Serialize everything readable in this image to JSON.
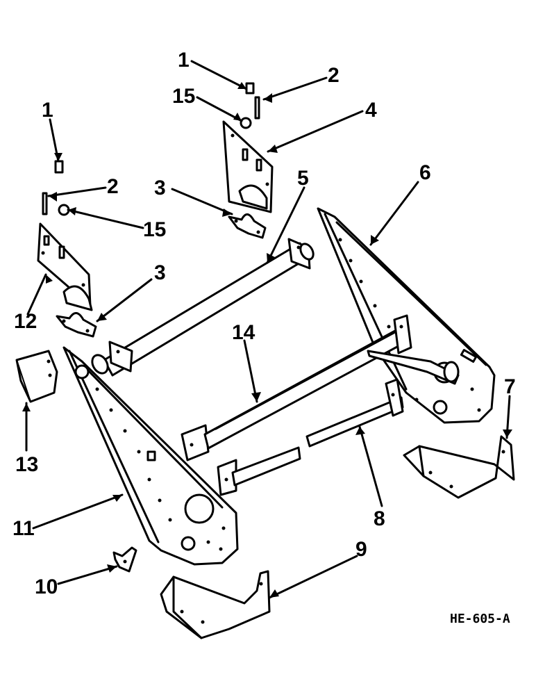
{
  "diagram": {
    "callouts": {
      "c1a": "1",
      "c2a": "2",
      "c15a": "15",
      "c4": "4",
      "c1b": "1",
      "c2b": "2",
      "c15b": "15",
      "c3a": "3",
      "c5": "5",
      "c6": "6",
      "c3b": "3",
      "c12": "12",
      "c14": "14",
      "c13": "13",
      "c7": "7",
      "c11": "11",
      "c8": "8",
      "c9": "9",
      "c10": "10"
    },
    "figure_code": "HE-605-A"
  }
}
